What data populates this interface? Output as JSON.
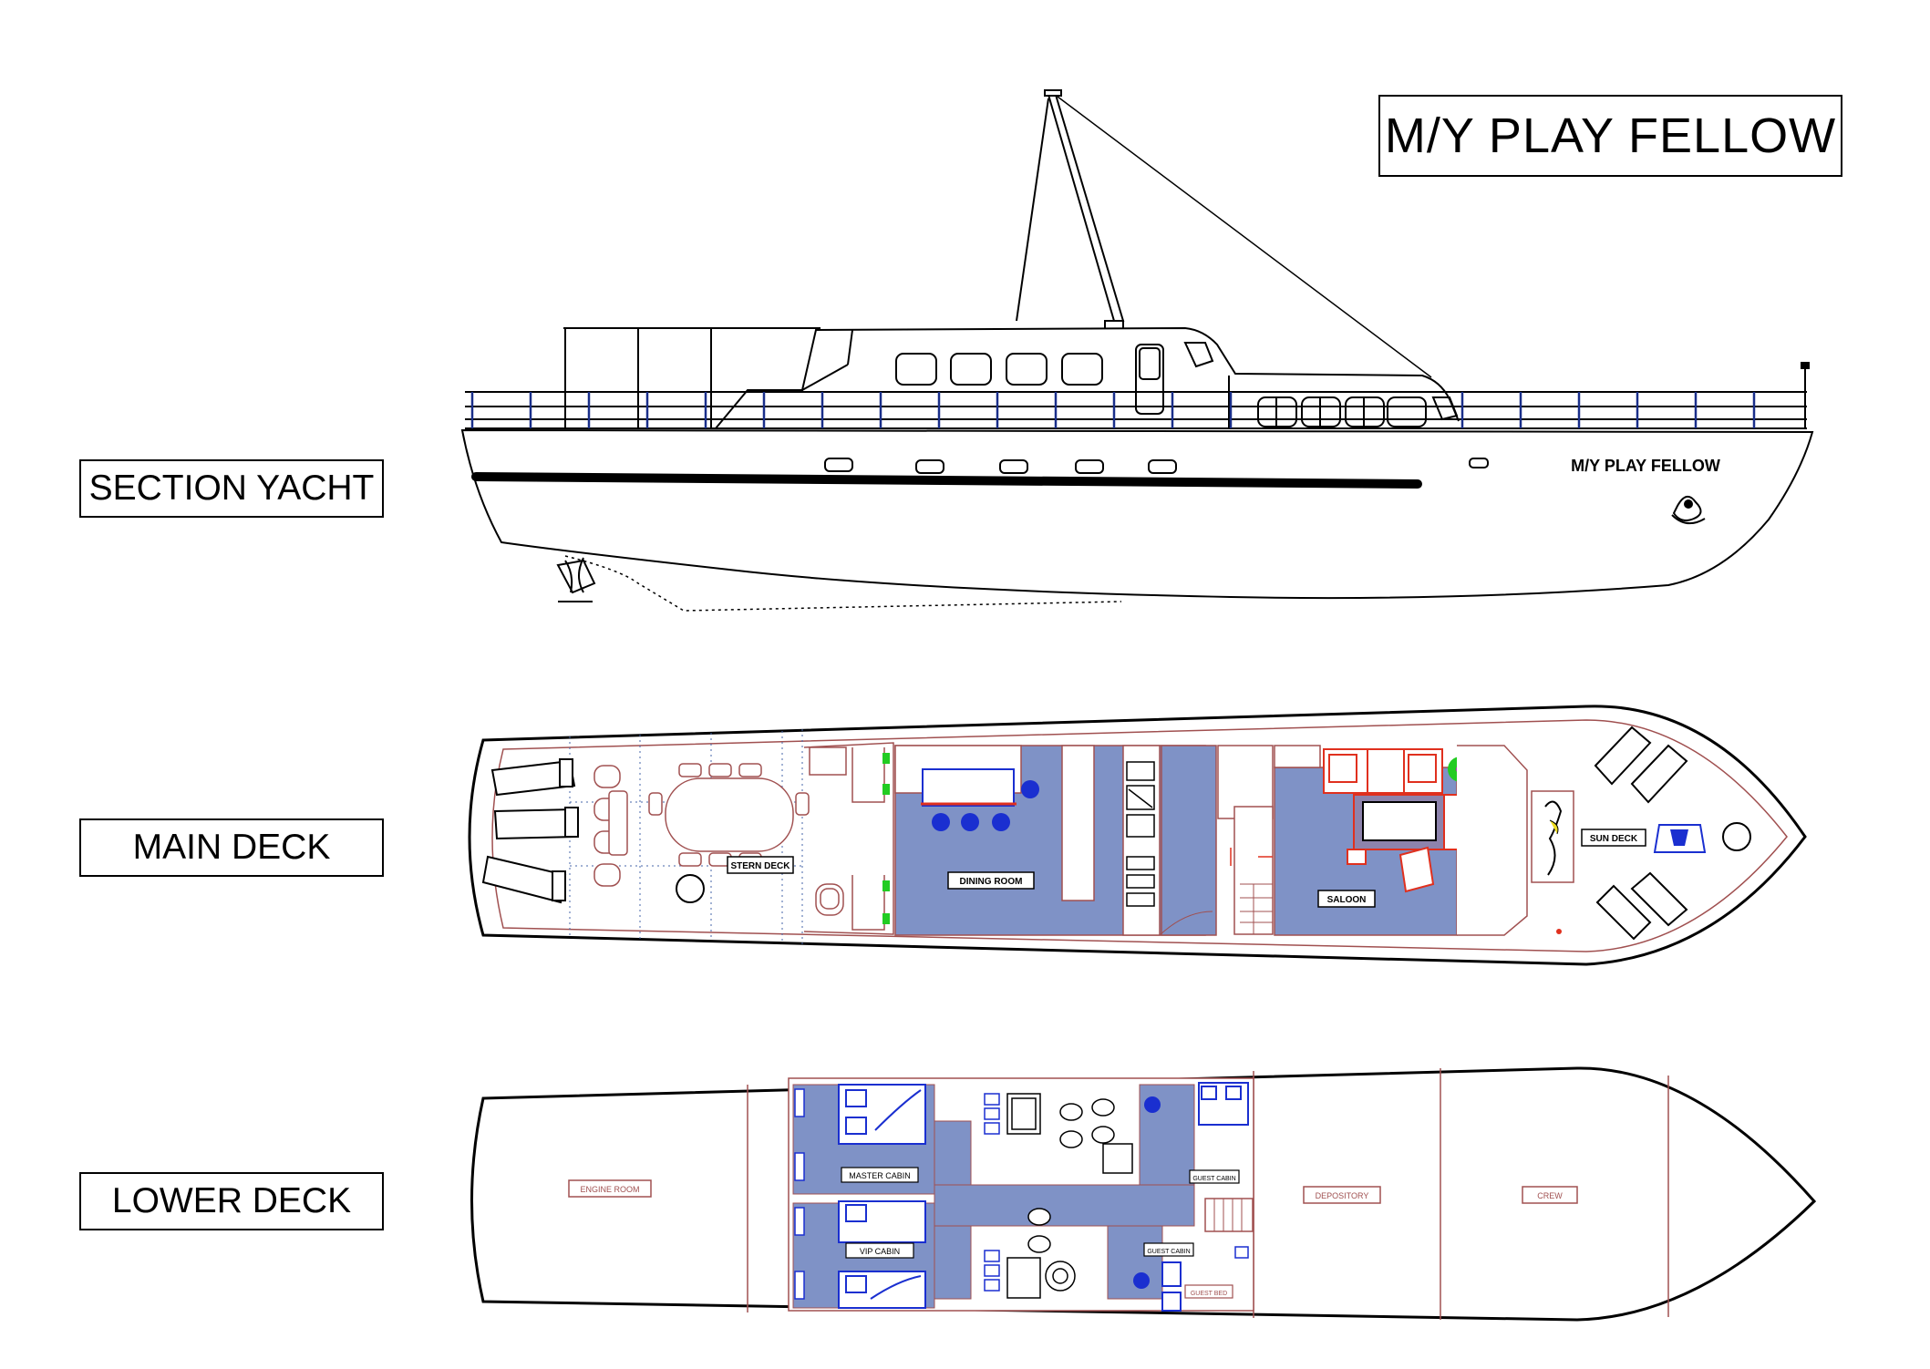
{
  "title": "M/Y PLAY FELLOW",
  "sections": {
    "section_yacht": "SECTION YACHT",
    "main_deck": "MAIN DECK",
    "lower_deck": "LOWER DECK"
  },
  "hull_name": "M/Y PLAY FELLOW",
  "main_deck_rooms": {
    "stern_deck": "STERN DECK",
    "dining_room": "DINING ROOM",
    "saloon": "SALOON",
    "sun_deck": "SUN DECK"
  },
  "lower_deck_rooms": {
    "engine_room": "ENGINE ROOM",
    "master_cabin": "MASTER CABIN",
    "vip_cabin": "VIP CABIN",
    "guest_cabin_1": "GUEST CABIN",
    "guest_cabin_2": "GUEST CABIN",
    "guest_bed": "GUEST BED",
    "depository": "DEPOSITORY",
    "crew": "CREW"
  },
  "colors": {
    "outline": "#000000",
    "plan_lines": "#a05050",
    "floor_fill": "#7f92c6",
    "furniture_blue": "#1a2fd0",
    "furniture_red": "#e0301e",
    "accent_green": "#22cc22"
  }
}
